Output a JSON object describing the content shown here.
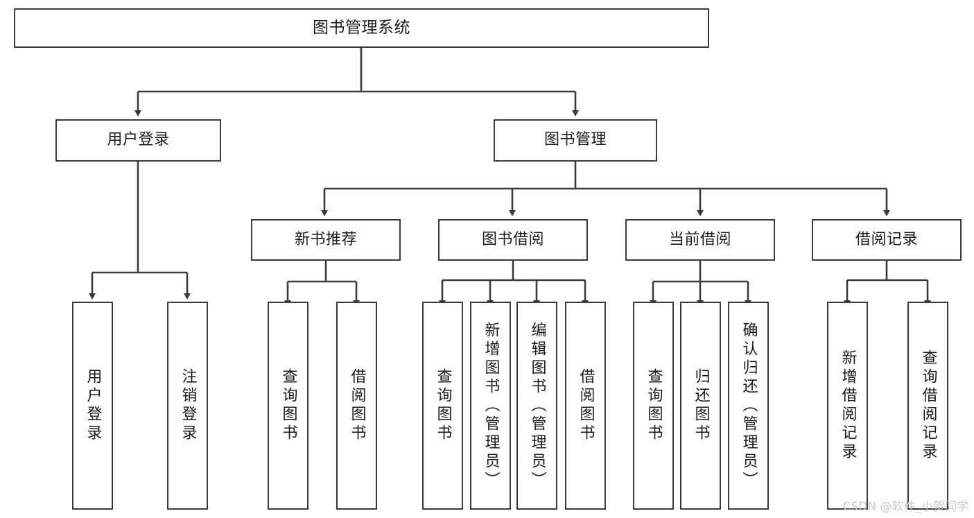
{
  "diagram": {
    "title": "图书管理系统",
    "watermark": "CSDN @软件_小贺同学",
    "colors": {
      "background": "#ffffff",
      "stroke": "#3a3a3a",
      "text": "#1b1b1b",
      "watermark": "#c9c9c9"
    },
    "root": {
      "label": "图书管理系统"
    },
    "level2": [
      {
        "label": "用户登录"
      },
      {
        "label": "图书管理"
      }
    ],
    "level3": [
      {
        "label": "新书推荐"
      },
      {
        "label": "图书借阅"
      },
      {
        "label": "当前借阅"
      },
      {
        "label": "借阅记录"
      }
    ],
    "leaves": [
      {
        "label": "用户登录",
        "parent": "用户登录"
      },
      {
        "label": "注销登录",
        "parent": "用户登录"
      },
      {
        "label": "查询图书",
        "parent": "新书推荐"
      },
      {
        "label": "借阅图书",
        "parent": "新书推荐"
      },
      {
        "label": "查询图书",
        "parent": "图书借阅"
      },
      {
        "label": "新增图书（管理员）",
        "parent": "图书借阅"
      },
      {
        "label": "编辑图书（管理员）",
        "parent": "图书借阅"
      },
      {
        "label": "借阅图书",
        "parent": "图书借阅"
      },
      {
        "label": "查询图书",
        "parent": "当前借阅"
      },
      {
        "label": "归还图书",
        "parent": "当前借阅"
      },
      {
        "label": "确认归还（管理员）",
        "parent": "当前借阅"
      },
      {
        "label": "新增借阅记录",
        "parent": "借阅记录"
      },
      {
        "label": "查询借阅记录",
        "parent": "借阅记录"
      }
    ]
  }
}
